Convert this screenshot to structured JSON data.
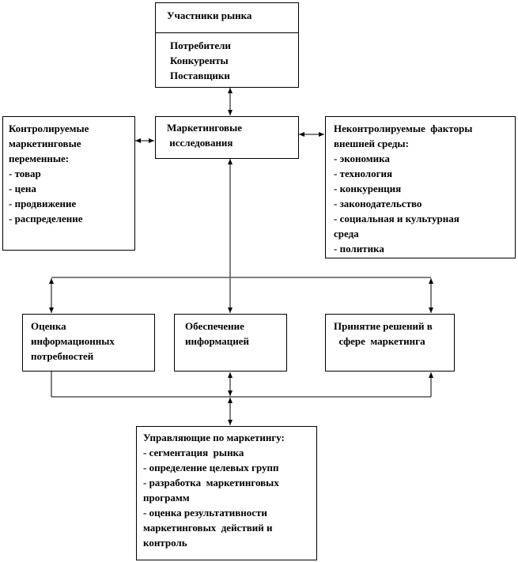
{
  "market_participants": {
    "title": "Участники рынка",
    "items": [
      "Потребители",
      "Конкуренты",
      "Поставщики"
    ]
  },
  "controllable": {
    "lines": [
      "Контролируемые",
      "маркетинговые",
      "переменные:",
      "- товар",
      "- цена",
      "- продвижение",
      "- распределение"
    ]
  },
  "research": {
    "lines": [
      "Маркетинговые",
      " исследования"
    ]
  },
  "uncontrollable": {
    "lines": [
      "Неконтролируемые  факторы",
      "внешней среды:",
      "- экономика",
      "- технология",
      "- конкуренция",
      "- законодательство",
      "- социальная и культурная",
      "среда",
      "- политика"
    ]
  },
  "needs": {
    "lines": [
      "Оценка",
      "информационных",
      "потребностей"
    ]
  },
  "provision": {
    "lines": [
      "Обеспечение",
      "информацией"
    ]
  },
  "decisions": {
    "lines": [
      "Принятие решений в",
      "  сфере  маркетинга"
    ]
  },
  "managers": {
    "lines": [
      "Управляющие по маркетингу:",
      "- сегментация  рынка",
      "- определение целевых групп",
      "- разработка  маркетинговых",
      "программ",
      "- оценка результативности",
      "маркетинговых  действий и",
      "контроль"
    ]
  }
}
